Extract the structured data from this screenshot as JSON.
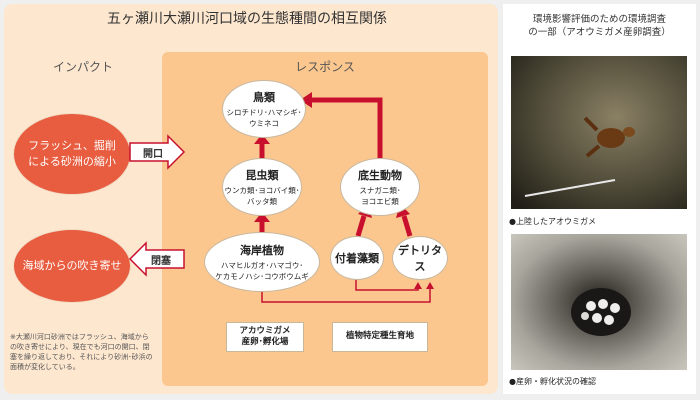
{
  "title": "五ヶ瀬川大瀬川河口域の生態種間の相互関係",
  "impact": {
    "label": "インパクト",
    "flush": "フラッシュ、掘削\nによる砂洲の縮小",
    "wind": "海域からの吹き寄せ",
    "open_label": "開口",
    "close_label": "閉塞"
  },
  "response": {
    "label": "レスポンス",
    "birds": {
      "title": "鳥類",
      "species": "シロチドリ･ハマシギ･\nウミネコ"
    },
    "insects": {
      "title": "昆虫類",
      "species": "ウンカ類･ヨコバイ類･\nバッタ類"
    },
    "plants": {
      "title": "海岸植物",
      "species": "ハマヒルガオ･ハマゴウ･\nケカモノハシ･コウボウムギ"
    },
    "benthos": {
      "title": "底生動物",
      "species": "スナガニ類･\nヨコエビ類"
    },
    "algae": {
      "title": "付着藻類"
    },
    "detritus": {
      "title": "デトリタス"
    },
    "turtle_box": "アカウミガメ\n産卵･孵化場",
    "plant_box": "植物特定種生育地"
  },
  "footnote": "※大瀬川河口砂洲ではフラッシュ、海域からの吹き寄せにより、現在でも河口の開口、閉塞を繰り返しており、それにより砂洲･砂浜の面積が変化している。",
  "side": {
    "title": "環境影響評価のための環境調査\nの一部（アオウミガメ産卵調査）",
    "caption1": "●上陸したアオウミガメ",
    "caption2": "●産卵・孵化状況の確認"
  },
  "colors": {
    "arrow": "#c8102e",
    "impact": "#e85c3f",
    "outer": "#fde7cf",
    "response": "#fbc78e"
  }
}
